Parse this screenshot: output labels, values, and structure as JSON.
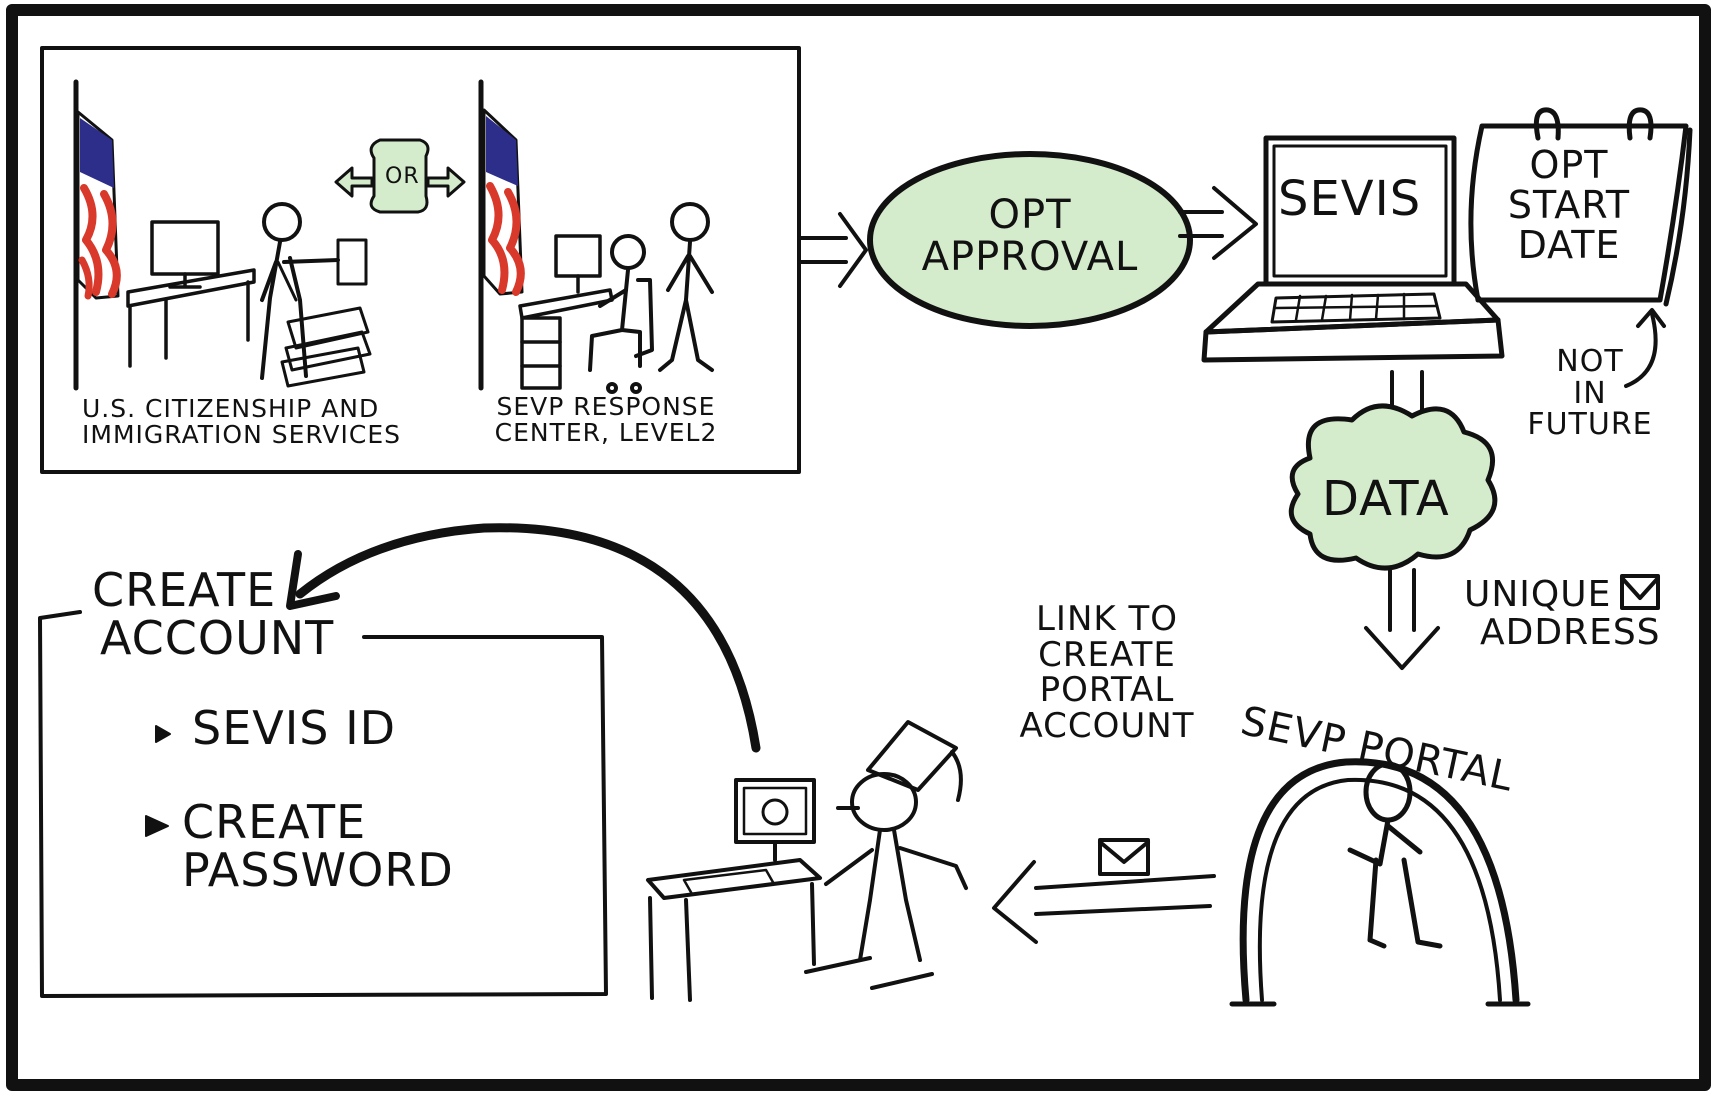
{
  "panels": {
    "uscis_caption": [
      "U.S. CITIZENSHIP AND",
      "IMMIGRATION SERVICES"
    ],
    "or_label": "OR",
    "sevp_caption": [
      "SEVP RESPONSE",
      "CENTER, LEVEL2"
    ]
  },
  "nodes": {
    "opt_approval": [
      "OPT",
      "APPROVAL"
    ],
    "sevis": "SEVIS",
    "opt_start_date": [
      "OPT",
      "START",
      "DATE"
    ],
    "not_in_future": [
      "NOT",
      "IN",
      "FUTURE"
    ],
    "data": "DATA",
    "unique_address": [
      "UNIQUE",
      "ADDRESS"
    ],
    "sevp_portal": "SEVP PORTAL",
    "link_to_create": [
      "LINK TO",
      "CREATE",
      "PORTAL",
      "ACCOUNT"
    ],
    "create_account": [
      "CREATE",
      "ACCOUNT"
    ],
    "account_items": [
      "SEVIS  ID",
      "CREATE",
      "PASSWORD"
    ]
  },
  "colors": {
    "ink": "#111111",
    "green_fill": "#d4ebcc",
    "flag_red": "#d8392b",
    "flag_blue": "#2c2e8a"
  }
}
